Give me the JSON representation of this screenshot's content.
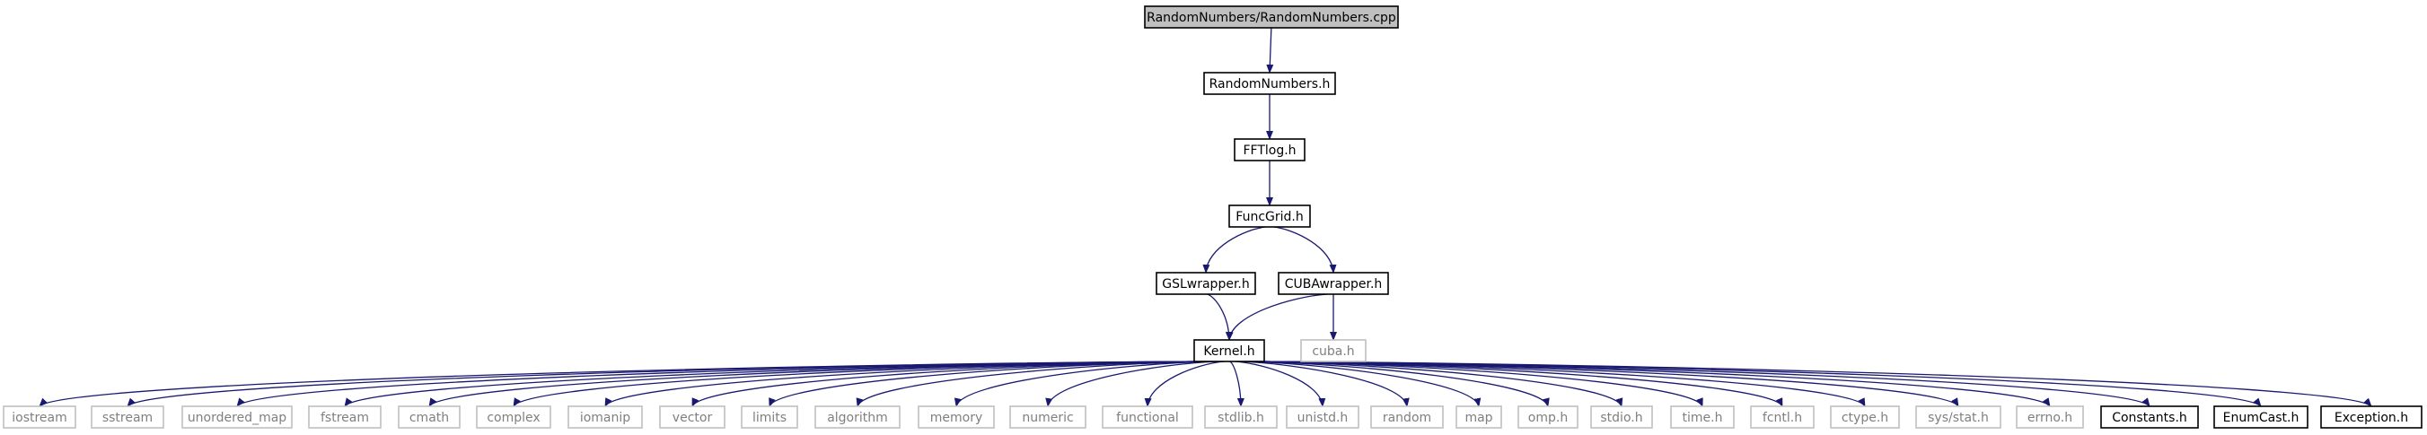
{
  "diagram": {
    "nodes": [
      {
        "id": "root",
        "label": "RandomNumbers/RandomNumbers.cpp",
        "style": "highlight"
      },
      {
        "id": "randomnumbers_h",
        "label": "RandomNumbers.h",
        "style": "documented"
      },
      {
        "id": "fftlog_h",
        "label": "FFTlog.h",
        "style": "documented"
      },
      {
        "id": "funcgrid_h",
        "label": "FuncGrid.h",
        "style": "documented"
      },
      {
        "id": "gslwrapper_h",
        "label": "GSLwrapper.h",
        "style": "documented"
      },
      {
        "id": "cubawrapper_h",
        "label": "CUBAwrapper.h",
        "style": "documented"
      },
      {
        "id": "kernel_h",
        "label": "Kernel.h",
        "style": "documented"
      },
      {
        "id": "cuba_h",
        "label": "cuba.h",
        "style": "external"
      },
      {
        "id": "iostream",
        "label": "iostream",
        "style": "external"
      },
      {
        "id": "sstream",
        "label": "sstream",
        "style": "external"
      },
      {
        "id": "unordered_map",
        "label": "unordered_map",
        "style": "external"
      },
      {
        "id": "fstream",
        "label": "fstream",
        "style": "external"
      },
      {
        "id": "cmath",
        "label": "cmath",
        "style": "external"
      },
      {
        "id": "complex",
        "label": "complex",
        "style": "external"
      },
      {
        "id": "iomanip",
        "label": "iomanip",
        "style": "external"
      },
      {
        "id": "vector",
        "label": "vector",
        "style": "external"
      },
      {
        "id": "limits",
        "label": "limits",
        "style": "external"
      },
      {
        "id": "algorithm",
        "label": "algorithm",
        "style": "external"
      },
      {
        "id": "memory",
        "label": "memory",
        "style": "external"
      },
      {
        "id": "numeric",
        "label": "numeric",
        "style": "external"
      },
      {
        "id": "functional",
        "label": "functional",
        "style": "external"
      },
      {
        "id": "stdlib_h",
        "label": "stdlib.h",
        "style": "external"
      },
      {
        "id": "unistd_h",
        "label": "unistd.h",
        "style": "external"
      },
      {
        "id": "random",
        "label": "random",
        "style": "external"
      },
      {
        "id": "map",
        "label": "map",
        "style": "external"
      },
      {
        "id": "omp_h",
        "label": "omp.h",
        "style": "external"
      },
      {
        "id": "stdio_h",
        "label": "stdio.h",
        "style": "external"
      },
      {
        "id": "time_h",
        "label": "time.h",
        "style": "external"
      },
      {
        "id": "fcntl_h",
        "label": "fcntl.h",
        "style": "external"
      },
      {
        "id": "ctype_h",
        "label": "ctype.h",
        "style": "external"
      },
      {
        "id": "sys_stat_h",
        "label": "sys/stat.h",
        "style": "external"
      },
      {
        "id": "errno_h",
        "label": "errno.h",
        "style": "external"
      },
      {
        "id": "constants_h",
        "label": "Constants.h",
        "style": "documented"
      },
      {
        "id": "enumcast_h",
        "label": "EnumCast.h",
        "style": "documented"
      },
      {
        "id": "exception_h",
        "label": "Exception.h",
        "style": "documented"
      }
    ],
    "edges": [
      [
        "root",
        "randomnumbers_h"
      ],
      [
        "randomnumbers_h",
        "fftlog_h"
      ],
      [
        "fftlog_h",
        "funcgrid_h"
      ],
      [
        "funcgrid_h",
        "gslwrapper_h"
      ],
      [
        "funcgrid_h",
        "cubawrapper_h"
      ],
      [
        "gslwrapper_h",
        "kernel_h"
      ],
      [
        "cubawrapper_h",
        "kernel_h"
      ],
      [
        "cubawrapper_h",
        "cuba_h"
      ],
      [
        "kernel_h",
        "iostream"
      ],
      [
        "kernel_h",
        "sstream"
      ],
      [
        "kernel_h",
        "unordered_map"
      ],
      [
        "kernel_h",
        "fstream"
      ],
      [
        "kernel_h",
        "cmath"
      ],
      [
        "kernel_h",
        "complex"
      ],
      [
        "kernel_h",
        "iomanip"
      ],
      [
        "kernel_h",
        "vector"
      ],
      [
        "kernel_h",
        "limits"
      ],
      [
        "kernel_h",
        "algorithm"
      ],
      [
        "kernel_h",
        "memory"
      ],
      [
        "kernel_h",
        "numeric"
      ],
      [
        "kernel_h",
        "functional"
      ],
      [
        "kernel_h",
        "stdlib_h"
      ],
      [
        "kernel_h",
        "unistd_h"
      ],
      [
        "kernel_h",
        "random"
      ],
      [
        "kernel_h",
        "map"
      ],
      [
        "kernel_h",
        "omp_h"
      ],
      [
        "kernel_h",
        "stdio_h"
      ],
      [
        "kernel_h",
        "time_h"
      ],
      [
        "kernel_h",
        "fcntl_h"
      ],
      [
        "kernel_h",
        "ctype_h"
      ],
      [
        "kernel_h",
        "sys_stat_h"
      ],
      [
        "kernel_h",
        "errno_h"
      ],
      [
        "kernel_h",
        "constants_h"
      ],
      [
        "kernel_h",
        "enumcast_h"
      ],
      [
        "kernel_h",
        "exception_h"
      ]
    ],
    "colors": {
      "edge": "#191970",
      "highlight_fill": "#bfbfbf",
      "documented_border": "#000000",
      "external_border": "#bfbfbf",
      "external_text": "#7f7f7f",
      "text": "#000000"
    }
  }
}
